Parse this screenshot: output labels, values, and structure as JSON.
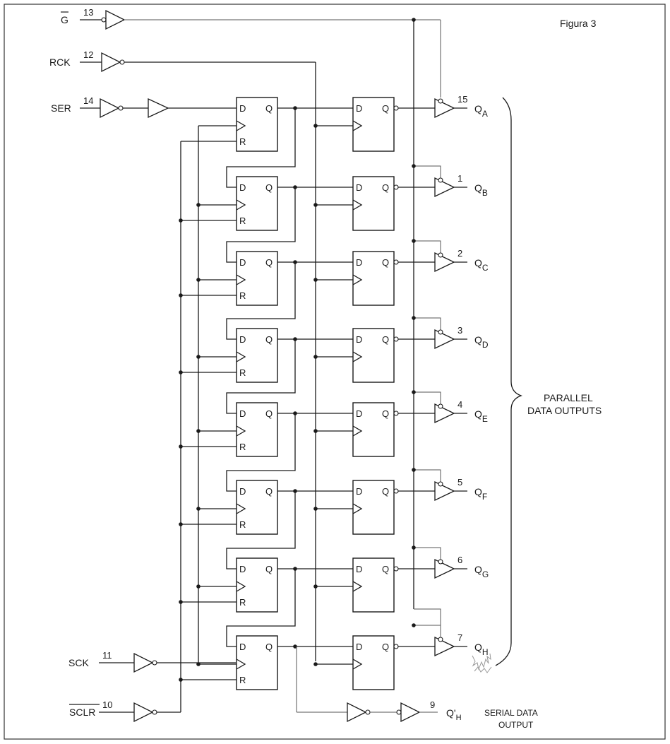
{
  "figure_label": "Figura 3",
  "inputs": {
    "g": {
      "name": "G",
      "pin": "13"
    },
    "rck": {
      "name": "RCK",
      "pin": "12"
    },
    "ser": {
      "name": "SER",
      "pin": "14"
    },
    "sck": {
      "name": "SCK",
      "pin": "11"
    },
    "sclr": {
      "name": "SCLR",
      "pin": "10"
    }
  },
  "ff_labels": {
    "d": "D",
    "q": "Q",
    "r": "R"
  },
  "outputs": [
    {
      "name": "Q",
      "sub": "A",
      "pin": "15"
    },
    {
      "name": "Q",
      "sub": "B",
      "pin": "1"
    },
    {
      "name": "Q",
      "sub": "C",
      "pin": "2"
    },
    {
      "name": "Q",
      "sub": "D",
      "pin": "3"
    },
    {
      "name": "Q",
      "sub": "E",
      "pin": "4"
    },
    {
      "name": "Q",
      "sub": "F",
      "pin": "5"
    },
    {
      "name": "Q",
      "sub": "G",
      "pin": "6"
    },
    {
      "name": "Q",
      "sub": "H",
      "pin": "7"
    }
  ],
  "parallel_label": {
    "line1": "PARALLEL",
    "line2": "DATA OUTPUTS"
  },
  "serial_output": {
    "name": "Q'",
    "sub": "H",
    "pin": "9",
    "line1": "SERIAL DATA",
    "line2": "OUTPUT"
  }
}
